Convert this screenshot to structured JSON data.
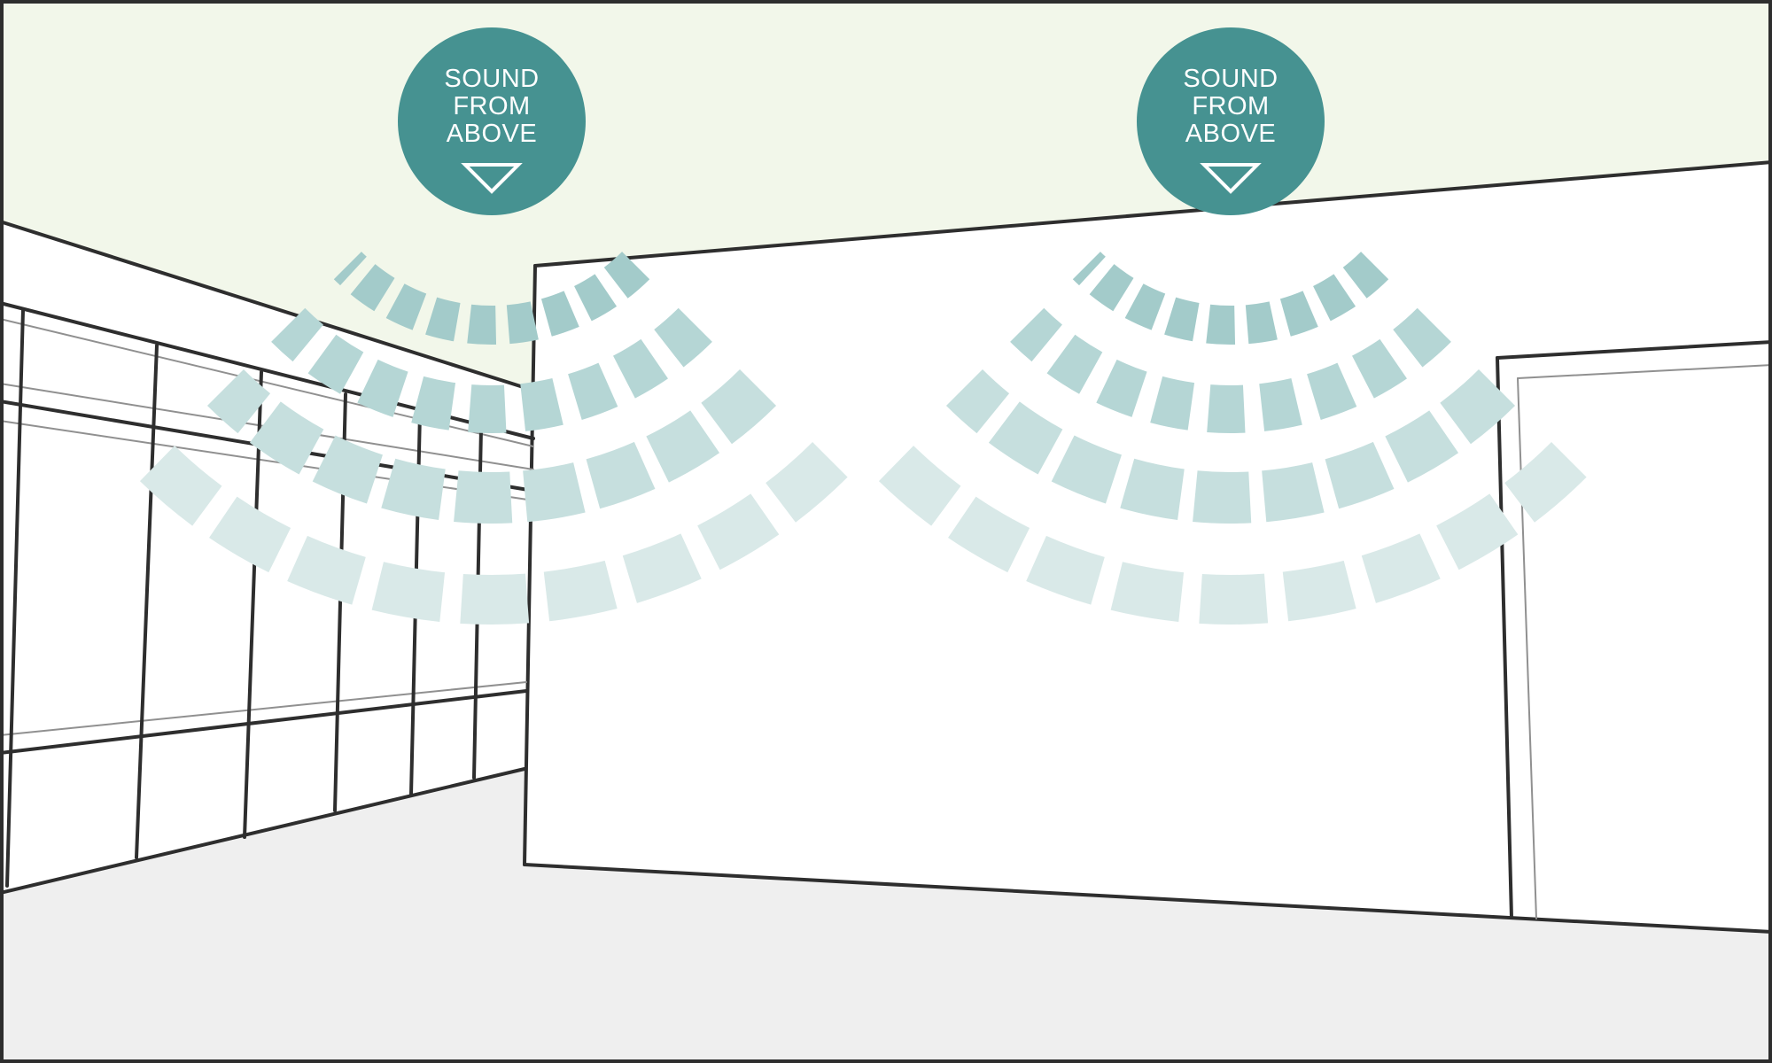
{
  "colors": {
    "ceiling": "#f2f7ea",
    "floor": "#efefef",
    "wall": "#ffffff",
    "line": "#2e2e2e",
    "thin_line": "#909090",
    "badge_fill": "#469291",
    "wave_strong": "#a3cbca",
    "wave_medium": "#b5d6d5",
    "wave_light": "#c6dfde",
    "wave_faint": "#d9e9e8"
  },
  "speakers": [
    {
      "label_lines": [
        "SOUND",
        "FROM",
        "ABOVE"
      ],
      "icon": "down-triangle-icon"
    },
    {
      "label_lines": [
        "SOUND",
        "FROM",
        "ABOVE"
      ],
      "icon": "down-triangle-icon"
    }
  ]
}
